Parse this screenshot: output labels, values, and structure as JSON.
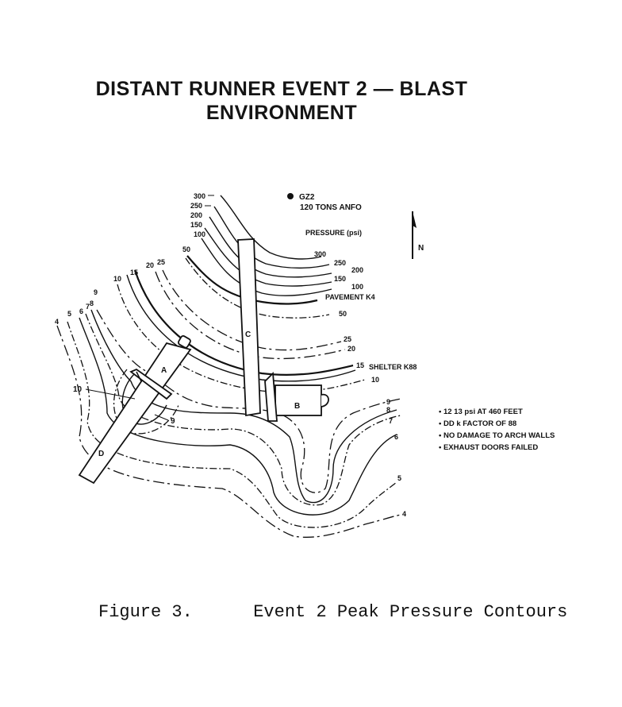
{
  "title": {
    "line1": "DISTANT RUNNER EVENT 2 — BLAST",
    "line2": "ENVIRONMENT"
  },
  "ground_zero": {
    "label": "GZ2",
    "charge": "120 TONS ANFO"
  },
  "pressure_heading": "PRESSURE (psi)",
  "north_label": "N",
  "contour_labels_upper_left": [
    "300",
    "250",
    "200",
    "150",
    "100",
    "50"
  ],
  "contour_labels_upper_right": [
    "300",
    "250",
    "200",
    "150",
    "100",
    "50",
    "25",
    "20",
    "15",
    "10"
  ],
  "contour_labels_left": [
    "4",
    "5",
    "6",
    "7",
    "8",
    "9",
    "10",
    "15",
    "20",
    "25"
  ],
  "contour_labels_lower_right": [
    "9",
    "8",
    "7",
    "6",
    "5",
    "4"
  ],
  "structure_labels": {
    "pavement": "PAVEMENT K4",
    "shelter": "SHELTER K88",
    "A": "A",
    "B": "B",
    "C": "C",
    "D": "D"
  },
  "callouts": {
    "left_10": "10",
    "right_9": "9"
  },
  "notes": [
    "12 13 psi AT 460 FEET",
    "DD k FACTOR OF 88",
    "NO DAMAGE TO ARCH WALLS",
    "EXHAUST DOORS FAILED"
  ],
  "caption": {
    "figure": "Figure 3.",
    "text": "Event 2 Peak Pressure Contours"
  }
}
